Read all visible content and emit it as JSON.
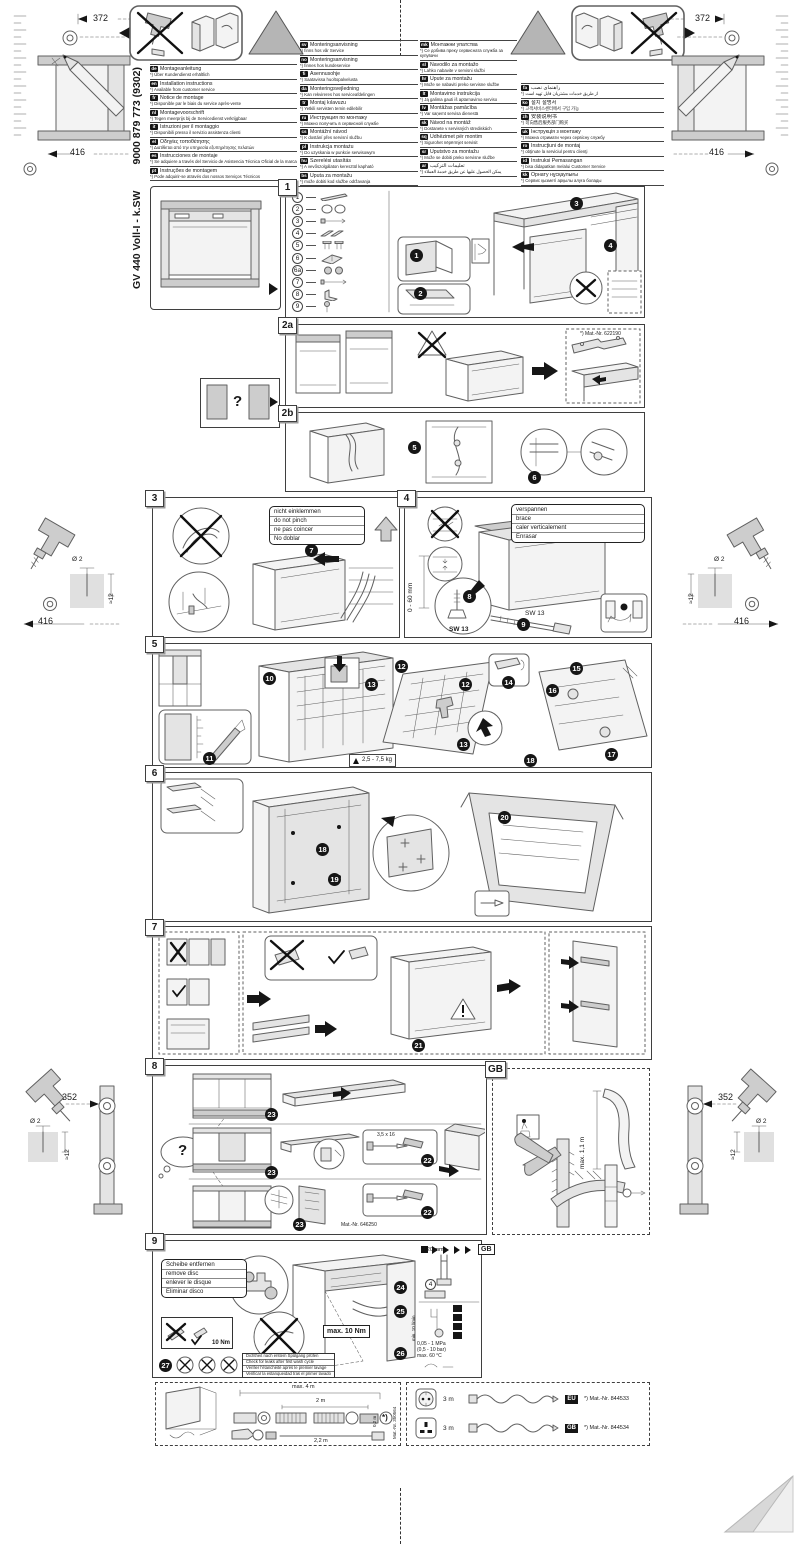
{
  "product": {
    "model": "GV 440 Voll-I - k.SW",
    "number": "9000 879 773 (9302)"
  },
  "dims": {
    "d372": "372",
    "d416": "416",
    "d352": "352",
    "drill_diameter": "Ø 2",
    "drill_depth": "≈12"
  },
  "languages": {
    "col1": [
      {
        "code": "de",
        "title": "Montageanleitung",
        "note": "*) Über Kundendienst erhältlich"
      },
      {
        "code": "en",
        "title": "Installation instructions",
        "note": "*) Available from customer service"
      },
      {
        "code": "fr",
        "title": "Notice de montage",
        "note": "*) Disponible par le biais du service après-vente"
      },
      {
        "code": "nl",
        "title": "Montagevoorschrift",
        "note": "*) Tegen meerprijs bij de Servicedienst verkrijgbaar"
      },
      {
        "code": "it",
        "title": "Istruzioni per il montaggio",
        "note": "*) Disponibili presso il servizio assistenza clienti"
      },
      {
        "code": "el",
        "title": "Οδηγίες τοποθέτησης",
        "note": "*) Διατίθεται από την υπηρεσία εξυπηρέτησης πελατών"
      },
      {
        "code": "es",
        "title": "Instrucciones de montaje",
        "note": "*) Se adquiere a través del Servicio de Asistencia Técnica Oficial de la marca"
      },
      {
        "code": "pt",
        "title": "Instruções de montagem",
        "note": "*) Pode adquirir-se através dos nossos Serviços Técnicos"
      }
    ],
    "col2": [
      {
        "code": "sv",
        "title": "Monteringsanvisning",
        "note": "*) finns hos vår Service"
      },
      {
        "code": "no",
        "title": "Monteringsanvisning",
        "note": "*) finnes hos kundeservice"
      },
      {
        "code": "fi",
        "title": "Asennusohje",
        "note": "*) Saatavissa huoltopalvelusta"
      },
      {
        "code": "da",
        "title": "Monteringsvejledning",
        "note": "*) Kan rekvireres hos serviceafdelingen"
      },
      {
        "code": "tr",
        "title": "Montaj kılavuzu",
        "note": "*) Yetkili servisten temin edilebilir"
      },
      {
        "code": "ru",
        "title": "Инструкция по монтажу",
        "note": "*) Можно получить в сервисной службе"
      },
      {
        "code": "cs",
        "title": "Montážní návod",
        "note": "*) K dostání přes servisní službu"
      },
      {
        "code": "pl",
        "title": "Instrukcja montażu",
        "note": "*) Do uzyskania w punkcie serwisowym"
      },
      {
        "code": "hu",
        "title": "Szerelési utasítás",
        "note": "*) A vevőszolgálaton keresztül kapható"
      },
      {
        "code": "bs",
        "title": "Uputa za montažu",
        "note": "*) može dobiti kod službe održavanja"
      }
    ],
    "col3": [
      {
        "code": "mk",
        "title": "Монтажни упатства",
        "note": "*) Се добива преку сервисната служба за купувачи"
      },
      {
        "code": "sl",
        "title": "Navodilo za montažo",
        "note": "*) Lahko nabavite v servisni službi"
      },
      {
        "code": "hr",
        "title": "Upute za montažu",
        "note": "*) Može se nabaviti preko servisne službe"
      },
      {
        "code": "lt",
        "title": "Montavimo instrukcija",
        "note": "*) Ją galima gauti iš aptarnavimo serviso"
      },
      {
        "code": "lv",
        "title": "Montāžas pamācība",
        "note": "*) Var saņemt servisa dienestā"
      },
      {
        "code": "sk",
        "title": "Návod na montáž",
        "note": "*) Dostanete v servisných strediskách"
      },
      {
        "code": "sq",
        "title": "Udhëzimet për montim",
        "note": "*) Sigurohet nëpërmjet servisit"
      },
      {
        "code": "sr",
        "title": "Uputstvo za montažu",
        "note": "*) Može se dobiti preko servisne službe"
      },
      {
        "code": "ar",
        "title": "تعليمات التركيب",
        "note": "*) يمكن الحصول عليها عن طريق خدمة العملاء"
      }
    ],
    "col4": [
      {
        "code": "fa",
        "title": "راهنمای نصب",
        "note": "*) از طریق خدمات مشتریان قابل تهیه است"
      },
      {
        "code": "ko",
        "title": "설치 설명서",
        "note": "*) 고객서비스센터에서 구입 가능"
      },
      {
        "code": "zh",
        "title": "安装说明书",
        "note": "*) 可向售后服务部门购买"
      },
      {
        "code": "uk",
        "title": "Інструкція з монтажу",
        "note": "*) Можна отримати через сервісну службу"
      },
      {
        "code": "ro",
        "title": "Instrucţiuni de montaj",
        "note": "*) obţinute la serviciul pentru clienţi"
      },
      {
        "code": "id",
        "title": "Instruksi Pemasangan",
        "note": "*) bisa didapatkan melalui Customer Service"
      },
      {
        "code": "kk",
        "title": "Орнату нұсқаулығы",
        "note": "*) Сервис қызметі арқылы алуға болады"
      }
    ]
  },
  "steps": {
    "q": {
      "label": "?"
    },
    "s1": {
      "label": "1",
      "parts": [
        "1",
        "2",
        "3",
        "4",
        "5",
        "6",
        "6a",
        "7",
        "8",
        "9"
      ],
      "markers": [
        "1",
        "2",
        "3",
        "4"
      ]
    },
    "s2a": {
      "label": "2a",
      "part_note": "*) Mat.-Nr. 622190"
    },
    "s2b": {
      "label": "2b",
      "markers": [
        "5",
        "6"
      ]
    },
    "s3": {
      "label": "3",
      "callout": [
        "nicht einklemmen",
        "do not pinch",
        "ne pas coincer",
        "No doblar"
      ],
      "marker": "7"
    },
    "s4": {
      "label": "4",
      "callout": [
        "verspannen",
        "brace",
        "caler verticalement",
        "Enrasar"
      ],
      "markers": [
        "8",
        "9"
      ],
      "range": "0 - 60 mm",
      "wrench": "SW 13"
    },
    "s5": {
      "label": "5",
      "markers": [
        "10",
        "11",
        "12",
        "13",
        "14",
        "15",
        "16",
        "17",
        "18"
      ],
      "weight": "2,5 - 7,5 kg"
    },
    "s6": {
      "label": "6",
      "markers": [
        "18",
        "19",
        "20"
      ]
    },
    "s7": {
      "label": "7",
      "marker": "21"
    },
    "s8": {
      "label": "8",
      "q": "?",
      "markers": [
        "22",
        "23"
      ],
      "screw": "3,5 x 16",
      "note": "Mat.-Nr. 646250"
    },
    "gb": {
      "label": "GB",
      "max_len": "max. 1,1 m"
    },
    "s9": {
      "label": "9",
      "gb_tag": "GB",
      "callout": [
        "Scheibe entfernen",
        "remove disc",
        "enlever le disque",
        "Eliminar disco"
      ],
      "torque_max": "max. 10 Nm",
      "torque_ok": "10 Nm",
      "markers": [
        "24",
        "25",
        "26",
        "27"
      ],
      "ref": "4",
      "drain_dia": "Ø 20 mm",
      "flow": "min. 10 l/min",
      "pressure": "0,05 - 1 MPa",
      "pressure2": "(0,5 - 10 bar)",
      "temp": "max. 60 °C",
      "check_lines": [
        "Dichtheit nach erstem Spülgang prüfen",
        "Check for leaks after first wash cycle",
        "Vérifier l'étanchéité après le premier lavage",
        "Verificar la estanqueidad tras el primer lavado"
      ]
    }
  },
  "bottom": {
    "hoses": {
      "max": "max. 4 m",
      "mid": "2 m",
      "rise": "0,2 m",
      "drain": "2,2 m",
      "mat": "Mat.-Nr. 350564",
      "star": "*)"
    },
    "cables": {
      "rows": [
        {
          "len": "3 m",
          "badge": "EU",
          "note": "*) Mat.-Nr. 844533"
        },
        {
          "len": "3 m",
          "badge": "GB",
          "note": "*) Mat.-Nr. 844534"
        }
      ]
    }
  }
}
